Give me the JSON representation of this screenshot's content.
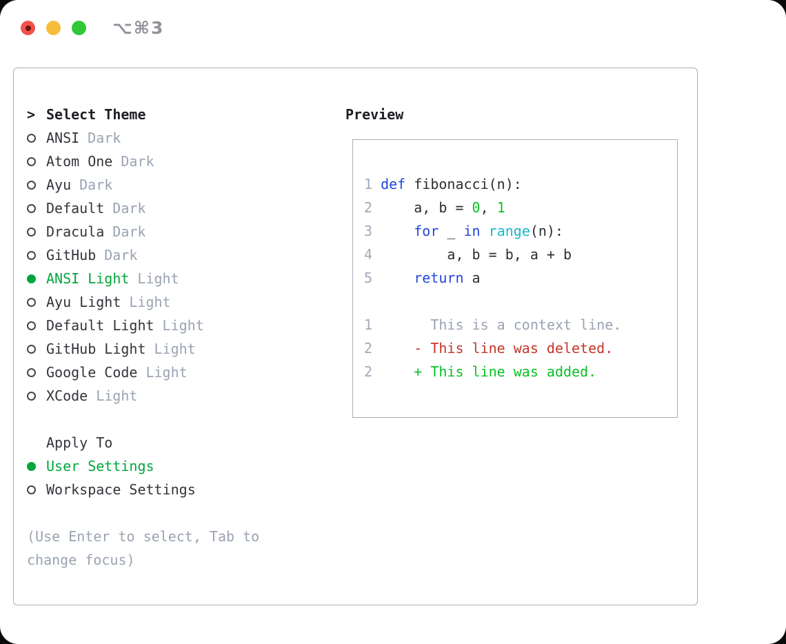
{
  "window": {
    "title": "⌥⌘3"
  },
  "titlebar": {
    "buttons": [
      {
        "name": "close"
      },
      {
        "name": "minimize"
      },
      {
        "name": "maximize"
      }
    ]
  },
  "theme_panel": {
    "header_prompt": ">",
    "header_label": "Select Theme",
    "themes": [
      {
        "name": "ANSI",
        "variant": "Dark",
        "selected": false
      },
      {
        "name": "Atom One",
        "variant": "Dark",
        "selected": false
      },
      {
        "name": "Ayu",
        "variant": "Dark",
        "selected": false
      },
      {
        "name": "Default",
        "variant": "Dark",
        "selected": false
      },
      {
        "name": "Dracula",
        "variant": "Dark",
        "selected": false
      },
      {
        "name": "GitHub",
        "variant": "Dark",
        "selected": false
      },
      {
        "name": "ANSI Light",
        "variant": "Light",
        "selected": true
      },
      {
        "name": "Ayu Light",
        "variant": "Light",
        "selected": false
      },
      {
        "name": "Default Light",
        "variant": "Light",
        "selected": false
      },
      {
        "name": "GitHub Light",
        "variant": "Light",
        "selected": false
      },
      {
        "name": "Google Code",
        "variant": "Light",
        "selected": false
      },
      {
        "name": "XCode",
        "variant": "Light",
        "selected": false
      }
    ],
    "apply_header": "Apply To",
    "apply_options": [
      {
        "label": "User Settings",
        "selected": true
      },
      {
        "label": "Workspace Settings",
        "selected": false
      }
    ],
    "help_lines": [
      "(Use Enter to select, Tab to",
      "change focus)"
    ]
  },
  "preview": {
    "header_label": "Preview",
    "lines": [
      {
        "num": "1",
        "tokens": [
          [
            "def",
            "kw"
          ],
          [
            " fibonacci(n):",
            "pl"
          ]
        ]
      },
      {
        "num": "2",
        "tokens": [
          [
            "    a, b = ",
            "pl"
          ],
          [
            "0",
            "nu"
          ],
          [
            ", ",
            "pl"
          ],
          [
            "1",
            "nu"
          ]
        ]
      },
      {
        "num": "3",
        "tokens": [
          [
            "    ",
            "pl"
          ],
          [
            "for",
            "kw"
          ],
          [
            " _ ",
            "pl"
          ],
          [
            "in",
            "kw"
          ],
          [
            " ",
            "pl"
          ],
          [
            "range",
            "bi"
          ],
          [
            "(n):",
            "pl"
          ]
        ]
      },
      {
        "num": "4",
        "tokens": [
          [
            "        a, b = b, a + b",
            "pl"
          ]
        ]
      },
      {
        "num": "5",
        "tokens": [
          [
            "    ",
            "pl"
          ],
          [
            "return",
            "kw"
          ],
          [
            " a",
            "pl"
          ]
        ]
      },
      {
        "num": "",
        "tokens": []
      },
      {
        "num": "1",
        "tokens": [
          [
            "      This is a context line.",
            "ctx"
          ]
        ]
      },
      {
        "num": "2",
        "tokens": [
          [
            "    ",
            "pl"
          ],
          [
            "- This line was deleted.",
            "del"
          ]
        ]
      },
      {
        "num": "2",
        "tokens": [
          [
            "    ",
            "pl"
          ],
          [
            "+ This line was added.",
            "add"
          ]
        ]
      }
    ]
  },
  "colors": {
    "accent_green": "#00a63c",
    "added_green": "#0abf25",
    "deleted_red": "#c53528",
    "keyword_blue": "#2345dd",
    "builtin_cyan": "#18b7c9",
    "muted_gray": "#9aa3b2",
    "line_number_gray": "#a0a9b6",
    "text_dark": "#32353a",
    "border_gray": "#a8afba",
    "traffic_red": "#f4514d",
    "traffic_yellow": "#f7bd3c",
    "traffic_green": "#32c736"
  }
}
